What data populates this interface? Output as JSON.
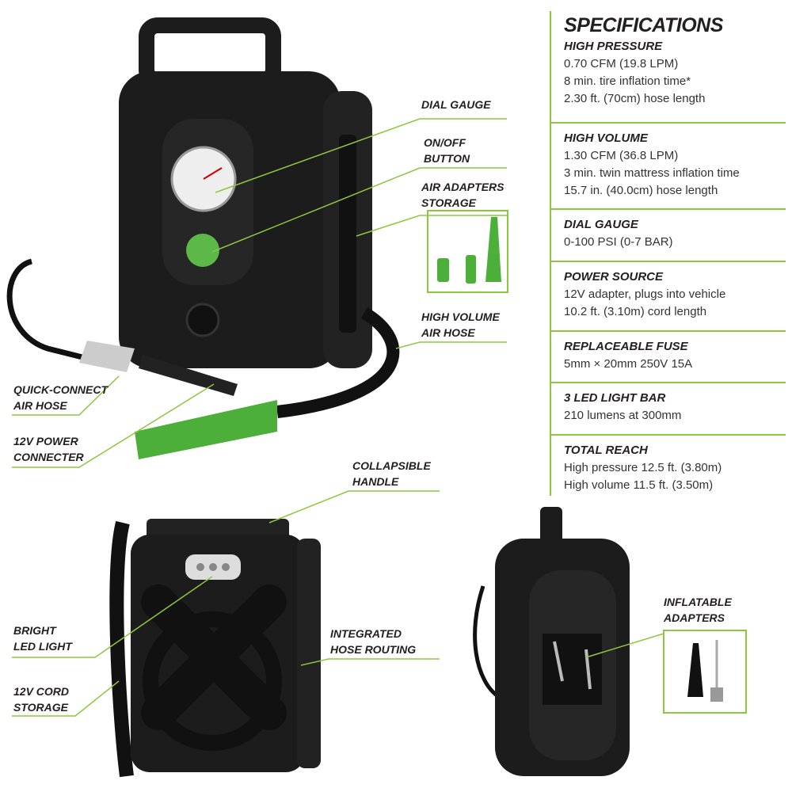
{
  "specs": {
    "title": "SPECIFICATIONS",
    "sections": [
      {
        "heading": "HIGH PRESSURE",
        "lines": [
          "0.70 CFM (19.8 LPM)",
          "8 min. tire inflation time*",
          "2.30 ft. (70cm) hose length"
        ]
      },
      {
        "heading": "HIGH VOLUME",
        "lines": [
          "1.30 CFM (36.8 LPM)",
          "3 min. twin mattress inflation time",
          "15.7 in. (40.0cm) hose length"
        ]
      },
      {
        "heading": "DIAL GAUGE",
        "lines": [
          "0-100 PSI (0-7 BAR)"
        ]
      },
      {
        "heading": "POWER SOURCE",
        "lines": [
          "12V adapter, plugs into vehicle",
          "10.2 ft. (3.10m) cord length"
        ]
      },
      {
        "heading": "REPLACEABLE FUSE",
        "lines": [
          "5mm × 20mm 250V 15A"
        ]
      },
      {
        "heading": "3 LED LIGHT BAR",
        "lines": [
          "210 lumens at 300mm"
        ]
      },
      {
        "heading": "TOTAL REACH",
        "lines": [
          "High pressure 12.5 ft. (3.80m)",
          "High volume 11.5 ft. (3.50m)"
        ]
      }
    ]
  },
  "callouts": {
    "dial_gauge": [
      "DIAL GAUGE"
    ],
    "on_off": [
      "ON/OFF",
      "BUTTON"
    ],
    "adapters_storage": [
      "AIR ADAPTERS",
      "STORAGE"
    ],
    "hv_hose": [
      "HIGH VOLUME",
      "AIR HOSE"
    ],
    "quick_connect": [
      "QUICK-CONNECT",
      "AIR HOSE"
    ],
    "power_connector": [
      "12V POWER",
      "CONNECTER"
    ],
    "handle": [
      "COLLAPSIBLE",
      "HANDLE"
    ],
    "led": [
      "BRIGHT",
      "LED LIGHT"
    ],
    "hose_routing": [
      "INTEGRATED",
      "HOSE ROUTING"
    ],
    "cord_storage": [
      "12V CORD",
      "STORAGE"
    ],
    "inflatable_adapters": [
      "INFLATABLE",
      "ADAPTERS"
    ]
  },
  "colors": {
    "accent": "#8dc63f",
    "product": "#1c1c1c",
    "nozzle": "#4caf3a"
  }
}
